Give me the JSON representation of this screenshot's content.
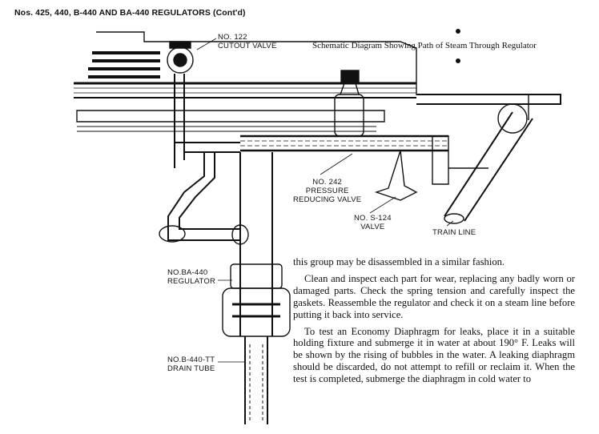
{
  "header": {
    "title": "Nos. 425, 440, B-440 AND BA-440 REGULATORS (Cont'd)"
  },
  "caption": "Schematic Diagram Showing Path of Steam Through Regulator",
  "labels": {
    "cutout_valve": [
      "NO. 122",
      "CUTOUT VALVE"
    ],
    "pressure_reducing_valve": [
      "NO. 242",
      "PRESSURE",
      "REDUCING VALVE"
    ],
    "s124_valve": [
      "NO. S-124",
      "VALVE"
    ],
    "train_line": [
      "TRAIN LINE"
    ],
    "ba440_regulator": [
      "NO.BA-440",
      "REGULATOR"
    ],
    "drain_tube": [
      "NO.B-440-TT",
      "DRAIN TUBE"
    ]
  },
  "body": {
    "p1": "this group may be disassembled in a similar fashion.",
    "p2": "Clean and inspect each part for wear, replacing any badly worn or damaged parts. Check the spring tension and carefully inspect the gaskets. Reassemble the regulator and check it on a steam line before putting it back into service.",
    "p3": "To test an Economy Diaphragm for leaks, place it in a suitable holding fixture and submerge it in water at about 190° F. Leaks will be shown by the rising of bubbles in the water. A leaking diaphragm should be discarded, do not attempt to refill or reclaim it. When the test is completed, submerge the diaphragm in cold water to"
  }
}
